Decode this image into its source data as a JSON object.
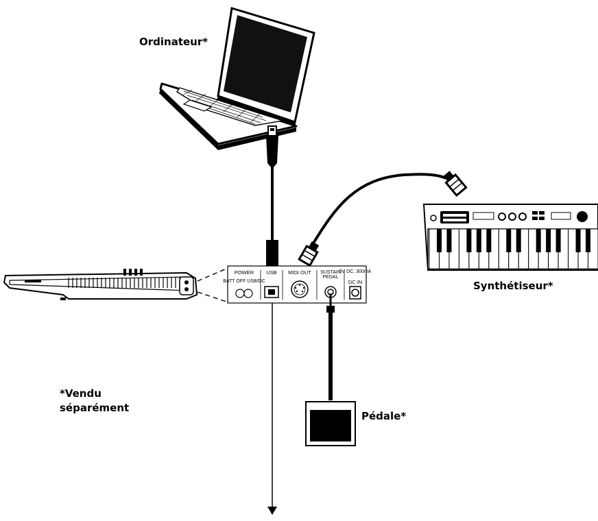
{
  "labels": {
    "computer": "Ordinateur*",
    "synth": "Synthétiseur*",
    "pedal": "Pédale*",
    "sold_separately_line1": "*Vendu",
    "sold_separately_line2": "séparément"
  },
  "panel": {
    "power": "POWER",
    "power_modes": "BATT OFF USB/DC",
    "usb": "USB",
    "midi_out": "MIDI OUT",
    "sustain_line1": "SUSTAIN",
    "sustain_line2": "PEDAL",
    "dc_spec": "5V DC, 300mA",
    "dc_in": "DC IN"
  }
}
